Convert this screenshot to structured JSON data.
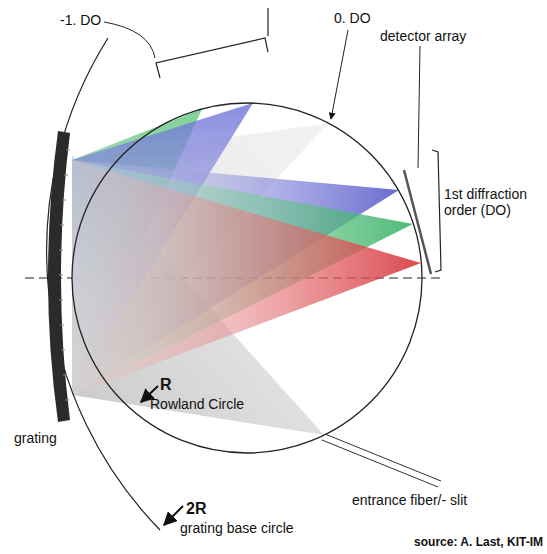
{
  "diagram": {
    "labels": [
      "-1. DO",
      "0. DO",
      "detector array",
      "1st diffraction order (DO)",
      "grating",
      "R",
      "Rowland Circle",
      "entrance fiber/- slit",
      "2R",
      "grating base circle",
      "source: A. Last, KIT-IM"
    ]
  }
}
